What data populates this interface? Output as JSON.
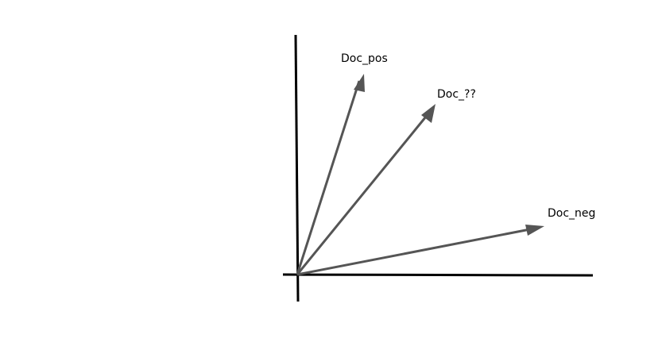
{
  "diagram": {
    "axis_color": "#000000",
    "vector_color": "#555555",
    "vectors": [
      {
        "label": "Doc_pos"
      },
      {
        "label": "Doc_??"
      },
      {
        "label": "Doc_neg"
      }
    ]
  }
}
